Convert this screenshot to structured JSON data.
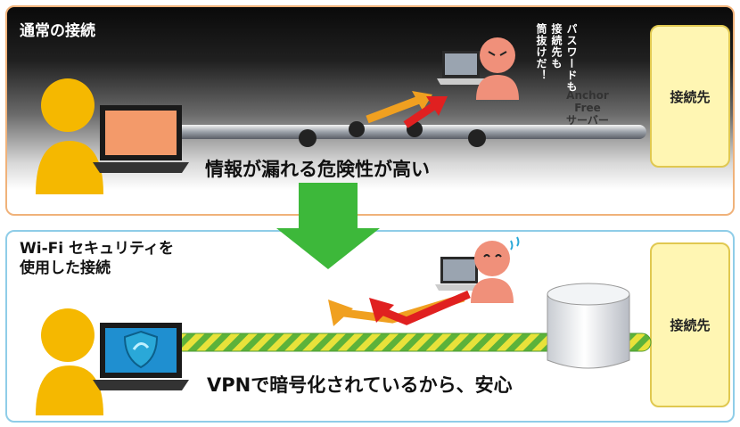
{
  "top": {
    "title": "通常の接続",
    "destination": "接続先",
    "caption": "情報が漏れる危険性が高い",
    "attacker_speech": [
      "パスワードも",
      "接続先も",
      "筒抜けだ！"
    ]
  },
  "bottom": {
    "title_line1": "Wi-Fi セキュリティを",
    "title_line2": "使用した接続",
    "destination": "接続先",
    "caption": "VPNで暗号化されているから、安心",
    "server": [
      "Anchor",
      "Free",
      "サーバー"
    ]
  },
  "colors": {
    "top_border": "#f0b27a",
    "bottom_border": "#8fcde8",
    "destination_fill": "#fff6b3",
    "arrow_green": "#3db83a",
    "arrow_orange": "#f0a020",
    "arrow_red": "#e02020",
    "person_yellow": "#f5b800",
    "attacker_pink": "#f0907a"
  },
  "icons": [
    "user-icon",
    "laptop-icon",
    "attacker-icon",
    "shield-icon",
    "server-icon",
    "down-arrow-icon"
  ]
}
